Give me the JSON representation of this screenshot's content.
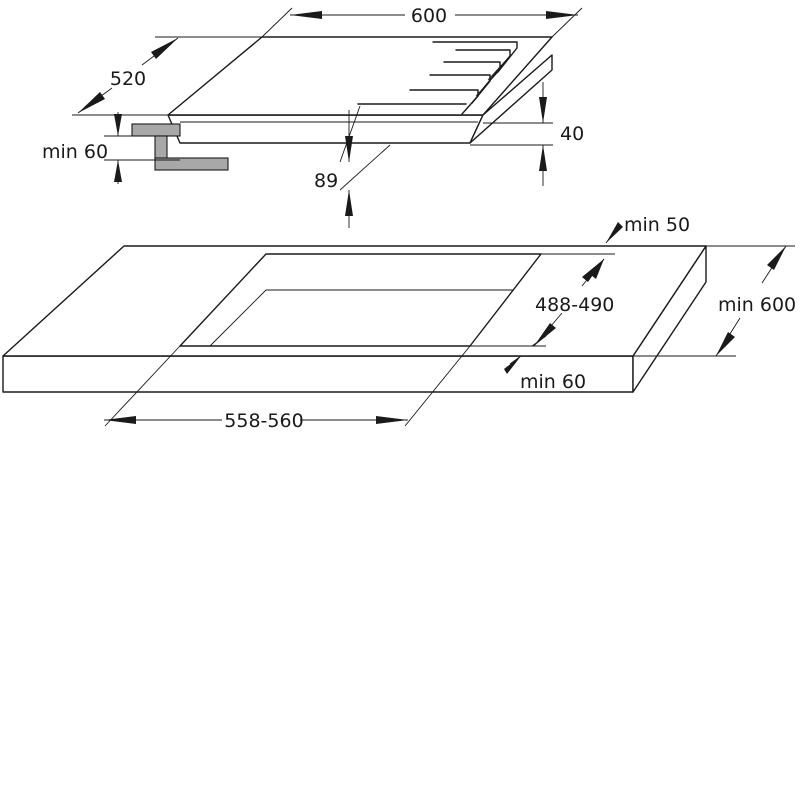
{
  "diagram": {
    "hob": {
      "width_label": "600",
      "depth_label": "520",
      "height_label": "40",
      "cutout_rear_label": "89",
      "min_clearance_label": "min 60"
    },
    "worktop": {
      "min_rear_label": "min 50",
      "cutout_depth_label": "488-490",
      "min_depth_label": "min 600",
      "min_front_label": "min 60",
      "cutout_width_label": "558-560"
    }
  }
}
